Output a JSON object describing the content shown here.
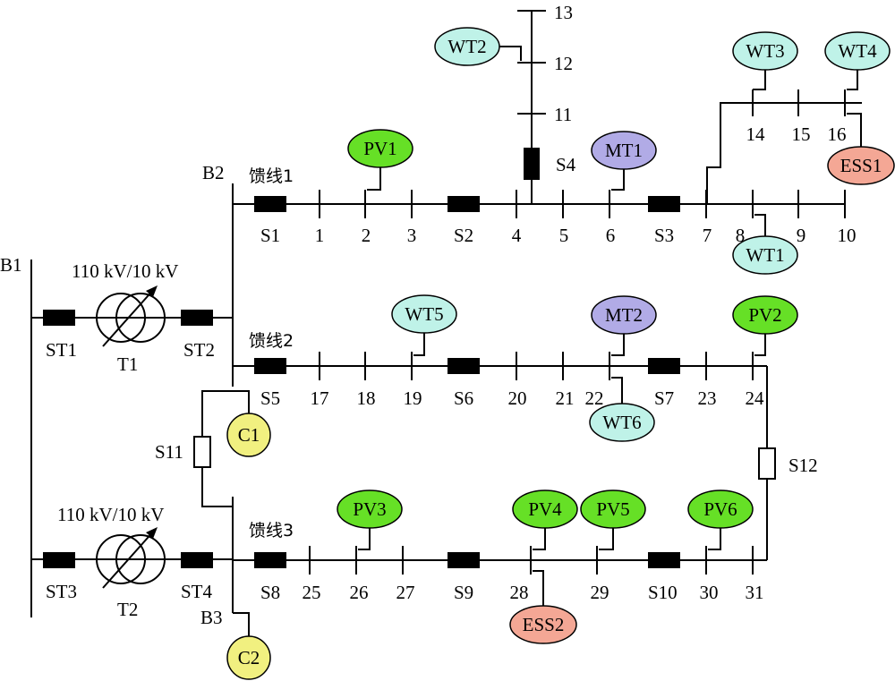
{
  "colors": {
    "pv": "#66e026",
    "wt": "#bff2e8",
    "mt": "#b1abe6",
    "ess": "#f4a795",
    "c": "#f1f080"
  },
  "buses": {
    "b1": "B1",
    "b2": "B2",
    "b3": "B3"
  },
  "feeders": {
    "f1": "馈线1",
    "f2": "馈线2",
    "f3": "馈线3"
  },
  "transformers": {
    "t1": {
      "name": "T1",
      "rating": "110 kV/10 kV"
    },
    "t2": {
      "name": "T2",
      "rating": "110 kV/10 kV"
    }
  },
  "switches": {
    "st1": "ST1",
    "st2": "ST2",
    "st3": "ST3",
    "st4": "ST4",
    "s1": "S1",
    "s2": "S2",
    "s3": "S3",
    "s4": "S4",
    "s5": "S5",
    "s6": "S6",
    "s7": "S7",
    "s8": "S8",
    "s9": "S9",
    "s10": "S10",
    "s11": "S11",
    "s12": "S12"
  },
  "nodes": {
    "n1": "1",
    "n2": "2",
    "n3": "3",
    "n4": "4",
    "n5": "5",
    "n6": "6",
    "n7": "7",
    "n8": "8",
    "n9": "9",
    "n10": "10",
    "n11": "11",
    "n12": "12",
    "n13": "13",
    "n14": "14",
    "n15": "15",
    "n16": "16",
    "n17": "17",
    "n18": "18",
    "n19": "19",
    "n20": "20",
    "n21": "21",
    "n22": "22",
    "n23": "23",
    "n24": "24",
    "n25": "25",
    "n26": "26",
    "n27": "27",
    "n28": "28",
    "n29": "29",
    "n30": "30",
    "n31": "31"
  },
  "generators": {
    "pv1": "PV1",
    "pv2": "PV2",
    "pv3": "PV3",
    "pv4": "PV4",
    "pv5": "PV5",
    "pv6": "PV6",
    "wt1": "WT1",
    "wt2": "WT2",
    "wt3": "WT3",
    "wt4": "WT4",
    "wt5": "WT5",
    "wt6": "WT6",
    "mt1": "MT1",
    "mt2": "MT2",
    "ess1": "ESS1",
    "ess2": "ESS2",
    "c1": "C1",
    "c2": "C2"
  }
}
